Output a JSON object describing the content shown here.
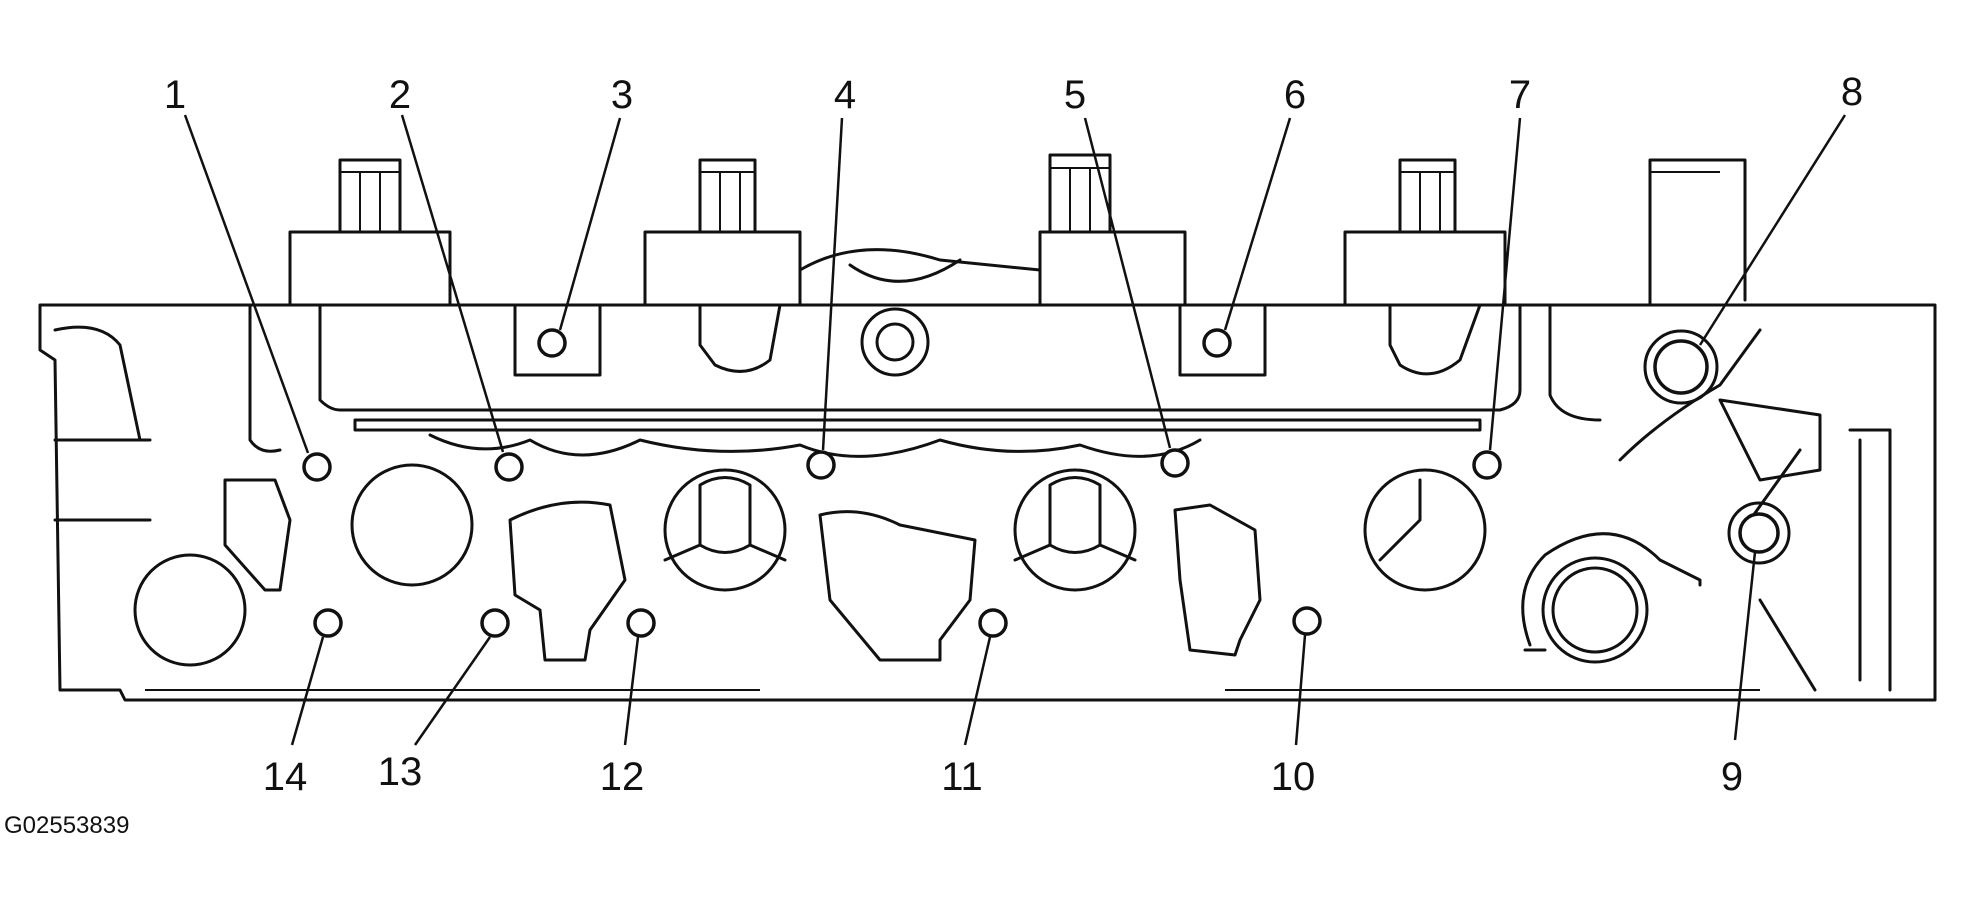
{
  "figure_code": "G02553839",
  "callouts": [
    "1",
    "2",
    "3",
    "4",
    "5",
    "6",
    "7",
    "8",
    "9",
    "10",
    "11",
    "12",
    "13",
    "14"
  ],
  "colors": {
    "ink": "#111111",
    "background": "#ffffff"
  }
}
